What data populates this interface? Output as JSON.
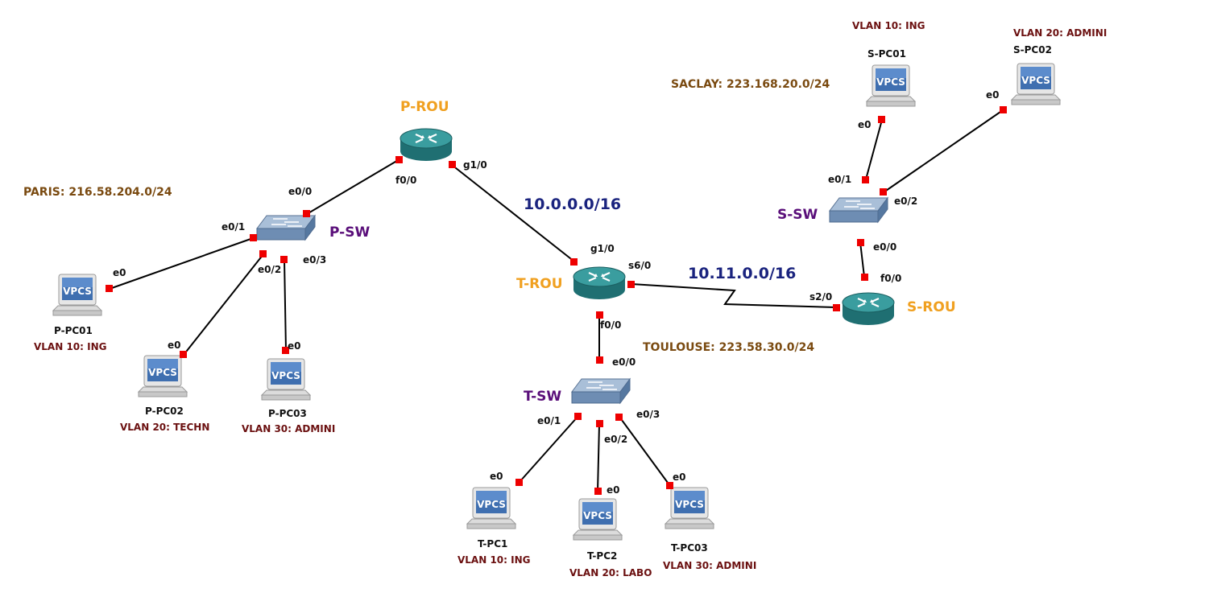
{
  "colors": {
    "router": "#2e8b8b",
    "switch": "#7f9cc0",
    "port_dot": "#ee0000",
    "router_label": "#f0a020",
    "switch_label": "#5a0f7a",
    "link_label": "#1a237e",
    "site_label": "#7a4a10",
    "vlan_label": "#6b1010"
  },
  "sites": {
    "paris": "PARIS: 216.58.204.0/24",
    "toulouse": "TOULOUSE: 223.58.30.0/24",
    "saclay": "SACLAY: 223.168.20.0/24"
  },
  "links": {
    "p_t": "10.0.0.0/16",
    "t_s": "10.11.0.0/16"
  },
  "routers": {
    "p": "P-ROU",
    "t": "T-ROU",
    "s": "S-ROU"
  },
  "switches": {
    "p": "P-SW",
    "t": "T-SW",
    "s": "S-SW"
  },
  "vpcs_icon_text": "VPCS",
  "pcs": {
    "p1": {
      "name": "P-PC01",
      "vlan": "VLAN 10: ING"
    },
    "p2": {
      "name": "P-PC02",
      "vlan": "VLAN 20: TECHN"
    },
    "p3": {
      "name": "P-PC03",
      "vlan": "VLAN 30: ADMINI"
    },
    "t1": {
      "name": "T-PC1",
      "vlan": "VLAN 10: ING"
    },
    "t2": {
      "name": "T-PC2",
      "vlan": "VLAN 20: LABO"
    },
    "t3": {
      "name": "T-PC03",
      "vlan": "VLAN 30: ADMINI"
    },
    "s1": {
      "name": "S-PC01",
      "vlan": "VLAN 10: ING"
    },
    "s2": {
      "name": "S-PC02",
      "vlan": "VLAN 20: ADMINI"
    }
  },
  "ports": {
    "prou_f00": "f0/0",
    "prou_g10": "g1/0",
    "psw_e00": "e0/0",
    "psw_e01": "e0/1",
    "psw_e02": "e0/2",
    "psw_e03": "e0/3",
    "ppc1_e0": "e0",
    "ppc2_e0": "e0",
    "ppc3_e0": "e0",
    "trou_g10": "g1/0",
    "trou_s60": "s6/0",
    "trou_f00": "f0/0",
    "tsw_e00": "e0/0",
    "tsw_e01": "e0/1",
    "tsw_e02": "e0/2",
    "tsw_e03": "e0/3",
    "tpc1_e0": "e0",
    "tpc2_e0": "e0",
    "tpc3_e0": "e0",
    "srou_s20": "s2/0",
    "srou_f00": "f0/0",
    "ssw_e00": "e0/0",
    "ssw_e01": "e0/1",
    "ssw_e02": "e0/2",
    "spc1_e0": "e0",
    "spc2_e0": "e0"
  }
}
